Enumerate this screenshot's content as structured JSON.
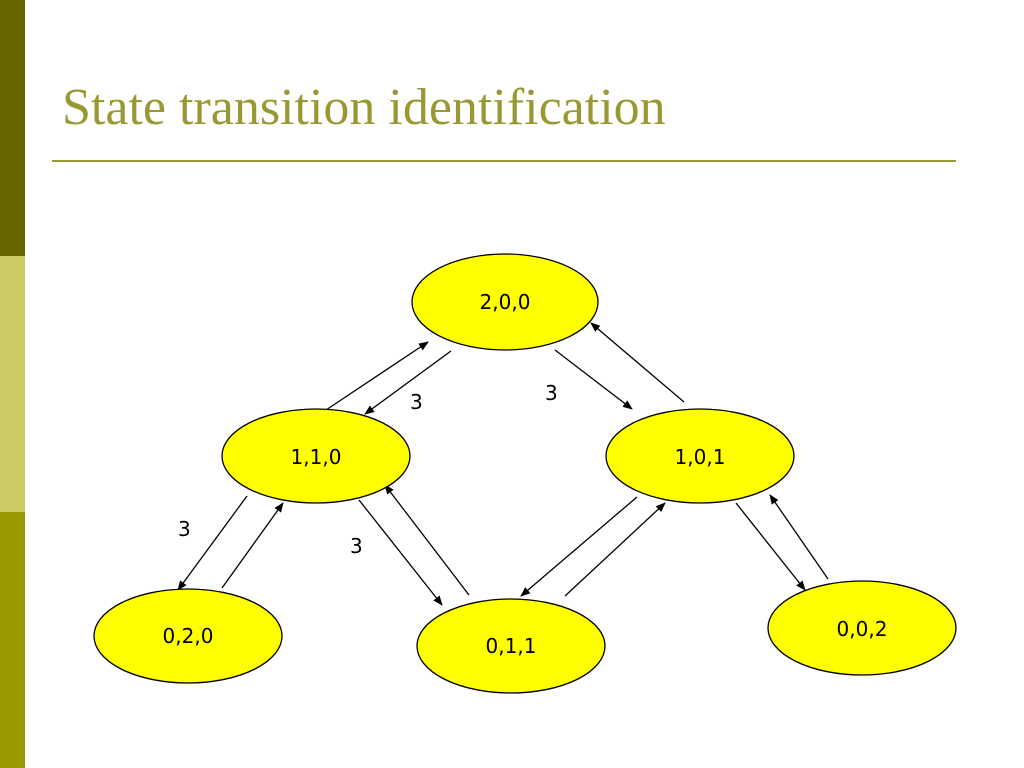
{
  "slide": {
    "title": "State transition identification",
    "colors": {
      "title": "#999933",
      "node_fill": "#ffff00",
      "sidebar": [
        "#666600",
        "#cccc66",
        "#999900"
      ]
    }
  },
  "diagram": {
    "nodes": [
      {
        "id": "n200",
        "label": "2,0,0"
      },
      {
        "id": "n110",
        "label": "1,1,0"
      },
      {
        "id": "n101",
        "label": "1,0,1"
      },
      {
        "id": "n020",
        "label": "0,2,0"
      },
      {
        "id": "n011",
        "label": "0,1,1"
      },
      {
        "id": "n002",
        "label": "0,0,2"
      }
    ],
    "edges": [
      {
        "from": "n110",
        "to": "n200"
      },
      {
        "from": "n200",
        "to": "n110"
      },
      {
        "from": "n200",
        "to": "n101"
      },
      {
        "from": "n101",
        "to": "n200"
      },
      {
        "from": "n110",
        "to": "n020"
      },
      {
        "from": "n020",
        "to": "n110"
      },
      {
        "from": "n110",
        "to": "n011"
      },
      {
        "from": "n011",
        "to": "n110"
      },
      {
        "from": "n101",
        "to": "n011"
      },
      {
        "from": "n011",
        "to": "n101"
      },
      {
        "from": "n101",
        "to": "n002"
      },
      {
        "from": "n002",
        "to": "n101"
      }
    ],
    "edge_labels": [
      "3",
      "3",
      "3",
      "3"
    ]
  }
}
